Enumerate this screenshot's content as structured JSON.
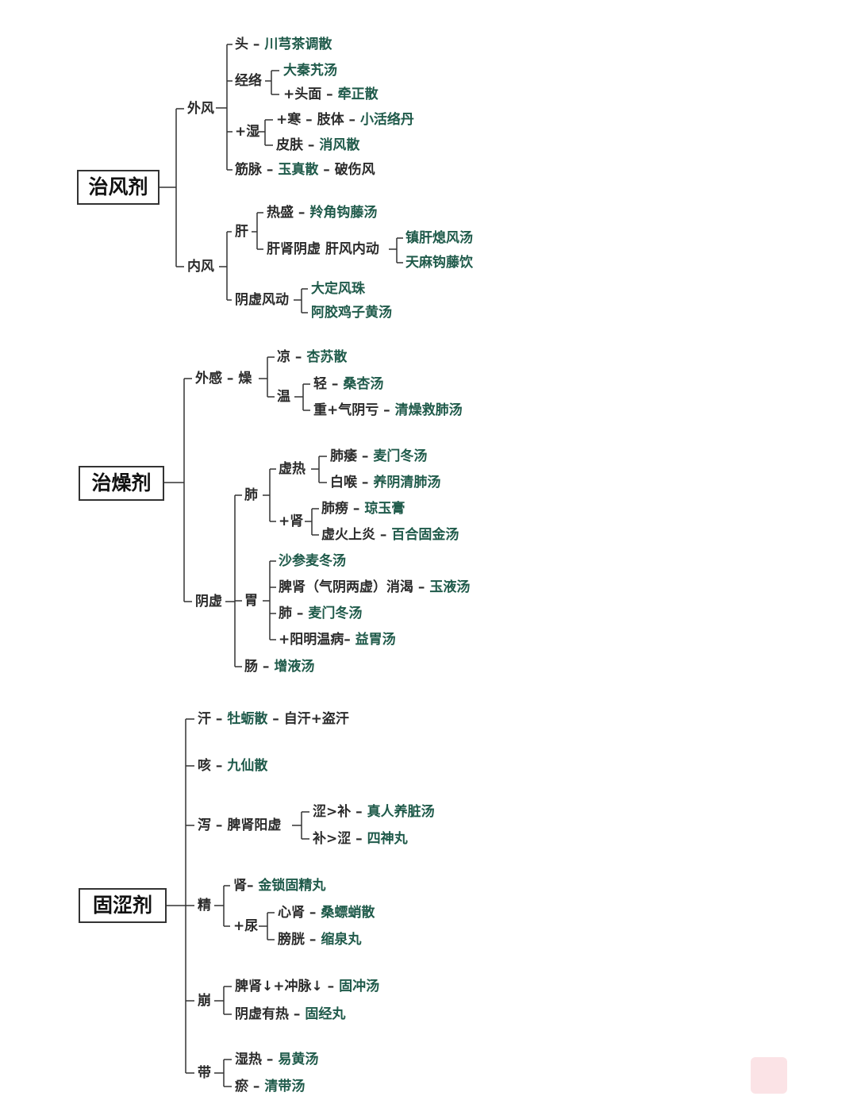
{
  "colors": {
    "text": "#2b2b2b",
    "formula": "#1f5a4a",
    "line": "#333333"
  },
  "sections": {
    "wind": {
      "title": "治风剂",
      "waifeng": {
        "label": "外风",
        "tou": [
          "头",
          "川芎茶调散"
        ],
        "jingluo": {
          "label": "经络",
          "a": "大秦艽汤",
          "b1": "+头面",
          "b2": "牵正散"
        },
        "shi": {
          "label": "+湿",
          "a1": "+寒",
          "a2": "肢体",
          "a3": "小活络丹",
          "b1": "皮肤",
          "b2": "消风散"
        },
        "jinmai": [
          "筋脉",
          "玉真散",
          "破伤风"
        ]
      },
      "neifeng": {
        "label": "内风",
        "gan": {
          "label": "肝",
          "resheng": [
            "热盛",
            "羚角钩藤汤"
          ],
          "ganshen": "肝肾阴虚",
          "dong": "肝风内动",
          "d1": "镇肝熄风汤",
          "d2": "天麻钩藤饮"
        },
        "yinxu": {
          "label": "阴虚风动",
          "a": "大定风珠",
          "b": "阿胶鸡子黄汤"
        }
      }
    },
    "dry": {
      "title": "治燥剂",
      "waigan": {
        "label": "外感",
        "zao": "燥",
        "liang": [
          "凉",
          "杏苏散"
        ],
        "wen": {
          "label": "温",
          "a1": "轻",
          "a2": "桑杏汤",
          "b1": "重+气阴亏",
          "b2": "清燥救肺汤"
        }
      },
      "yinxu": {
        "label": "阴虚",
        "fei": {
          "label": "肺",
          "xure": {
            "label": "虚热",
            "a1": "肺痿",
            "a2": "麦门冬汤",
            "b1": "白喉",
            "b2": "养阴清肺汤"
          },
          "shen": {
            "label": "+肾",
            "a1": "肺痨",
            "a2": "琼玉膏",
            "b1": "虚火上炎",
            "b2": "百合固金汤"
          }
        },
        "wei": {
          "label": "胃",
          "a": "沙参麦冬汤",
          "b1": "脾肾（气阴两虚）消渴",
          "b2": "玉液汤",
          "c1": "肺",
          "c2": "麦门冬汤",
          "d1": "+阳明温病",
          "d2": "益胃汤"
        },
        "chang": [
          "肠",
          "增液汤"
        ]
      }
    },
    "astringe": {
      "title": "固涩剂",
      "han": [
        "汗",
        "牡蛎散",
        "自汗+盗汗"
      ],
      "ke": [
        "咳",
        "九仙散"
      ],
      "xie": {
        "label": "泻",
        "mid": "脾肾阳虚",
        "a1": "涩>补",
        "a2": "真人养脏汤",
        "b1": "补>涩",
        "b2": "四神丸"
      },
      "jing": {
        "label": "精",
        "shen": [
          "肾",
          "金锁固精丸"
        ],
        "niao": {
          "label": "+尿",
          "a1": "心肾",
          "a2": "桑螵蛸散",
          "b1": "膀胱",
          "b2": "缩泉丸"
        }
      },
      "beng": {
        "label": "崩",
        "a1": "脾肾↓+冲脉↓",
        "a2": "固冲汤",
        "b1": "阴虚有热",
        "b2": "固经丸"
      },
      "dai": {
        "label": "带",
        "a1": "湿热",
        "a2": "易黄汤",
        "b1": "瘀",
        "b2": "清带汤"
      }
    }
  }
}
